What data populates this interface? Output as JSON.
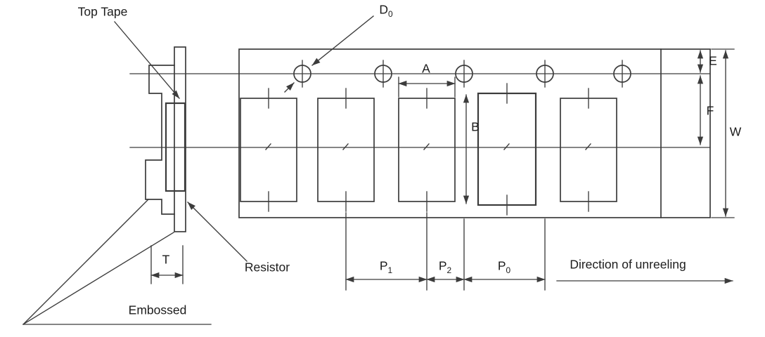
{
  "colors": {
    "line": "#3c3c3c",
    "text": "#1c1c1c",
    "background": "#ffffff"
  },
  "labels": {
    "top_tape": "Top Tape",
    "resistor": "Resistor",
    "embossed": "Embossed",
    "direction_of_unreeling": "Direction of unreeling",
    "dim_t": "T",
    "dim_a": "A",
    "dim_b": "B",
    "dim_e": "E",
    "dim_f": "F",
    "dim_w": "W",
    "dim_d0": {
      "base": "D",
      "sub": "0"
    },
    "dim_p1": {
      "base": "P",
      "sub": "1"
    },
    "dim_p2": {
      "base": "P",
      "sub": "2"
    },
    "dim_p0": {
      "base": "P",
      "sub": "0"
    }
  }
}
